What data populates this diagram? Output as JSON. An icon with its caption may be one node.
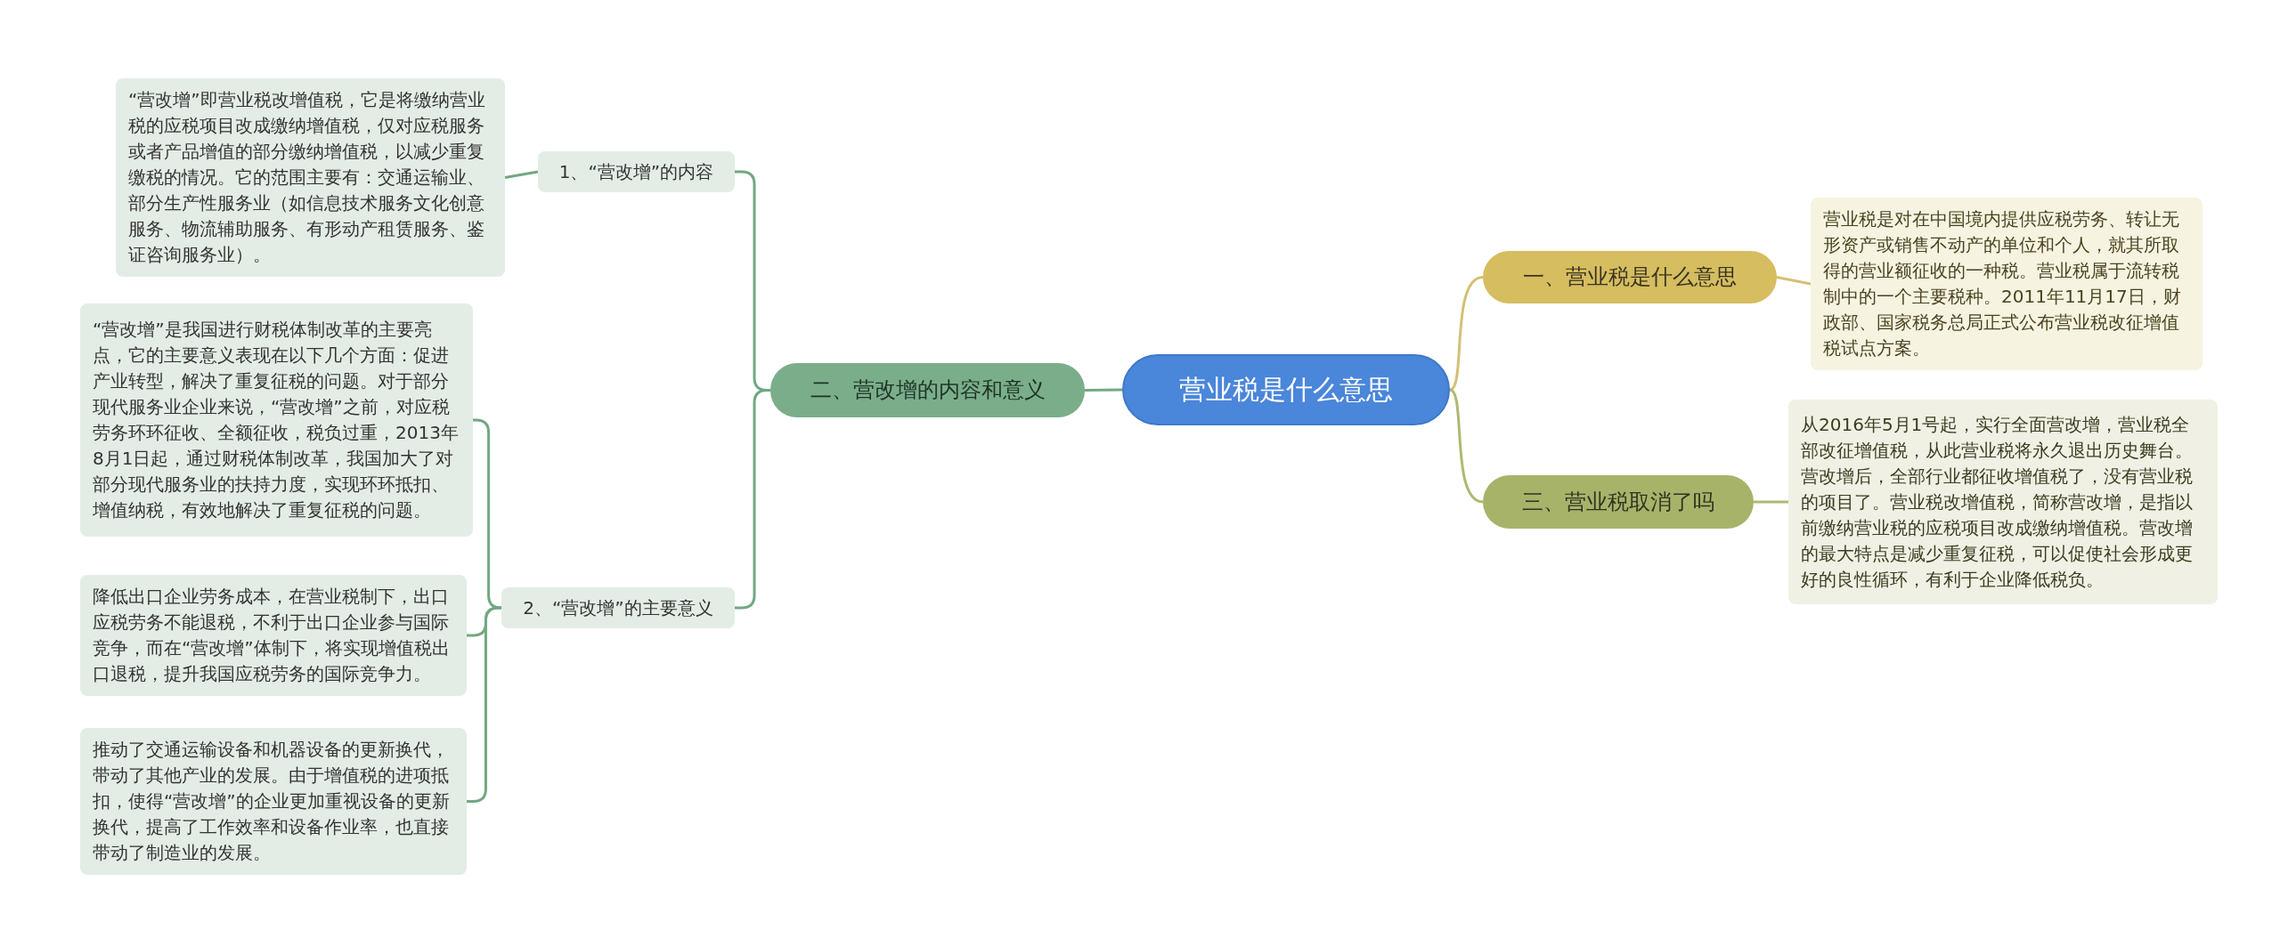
{
  "diagram": {
    "nodes": [
      {
        "text": [
          "营业税是什么意思"
        ]
      },
      {
        "text": [
          "一、营业税是什么意思"
        ]
      },
      {
        "text": [
          "营业税是对在中国境内提供应税劳务、转让无形资产或销售不动产的单位和个人，就其所取得的营业额征收的一种税。营业税属于流转税制中的一个主要税种。2011年11月17日，财政部、国家税务总局正式公布营业税改征增值税试点方案。"
        ]
      },
      {
        "text": [
          "三、营业税取消了吗"
        ]
      },
      {
        "text": [
          "从2016年5月1号起，实行全面营改增，营业税全部改征增值税，从此营业税将永久退出历史舞台。营改增后，全部行业都征收增值税了，没有营业税的项目了。营业税改增值税，简称营改增，是指以前缴纳营业税的应税项目改成缴纳增值税。营改增的最大特点是减少重复征税，可以促使社会形成更好的良性循环，有利于企业降低税负。"
        ]
      },
      {
        "text": [
          "二、营改增的内容和意义"
        ]
      },
      {
        "text": [
          "1、“营改增”的内容"
        ]
      },
      {
        "text": [
          "“营改增”即营业税改增值税，它是将缴纳营业税的应税项目改成缴纳增值税，仅对应税服务或者产品增值的部分缴纳增值税，以减少重复缴税的情况。它的范围主要有：交通运输业、部分生产性服务业（如信息技术服务文化创意服务、物流辅助服务、有形动产租赁服务、鉴证咨询服务业）。"
        ]
      },
      {
        "text": [
          "2、“营改增”的主要意义"
        ]
      },
      {
        "text": [
          "“营改增”是我国进行财税体制改革的主要亮点，它的主要意义表现在以下几个方面：促进产业转型，解决了重复征税的问题。对于部分现代服务业企业来说，“营改增”之前，对应税劳务环环征收、全额征收，税负过重，2013年8月1日起，通过财税体制改革，我国加大了对部分现代服务业的扶持力度，实现环环抵扣、增值纳税，有效地解决了重复征税的问题。"
        ]
      },
      {
        "text": [
          "降低出口企业劳务成本，在营业税制下，出口应税劳务不能退税，不利于出口企业参与国际竞争，而在“营改增”体制下，将实现增值税出口退税，提升我国应税劳务的国际竞争力。"
        ]
      },
      {
        "text": [
          "推动了交通运输设备和机器设备的更新换代，带动了其他产业的发展。由于增值税的进项抵扣，使得“营改增”的企业更加重视设备的更新换代，提高了工作效率和设备作业率，也直接带动了制造业的发展。"
        ]
      }
    ],
    "edges": [
      {
        "from": 0,
        "to": 1,
        "arrow": "none",
        "color": "#d4c076"
      },
      {
        "from": 1,
        "to": 2,
        "arrow": "none",
        "color": "#d4c076"
      },
      {
        "from": 0,
        "to": 3,
        "arrow": "none",
        "color": "#b0b872"
      },
      {
        "from": 3,
        "to": 4,
        "arrow": "none",
        "color": "#b0b872"
      },
      {
        "from": 0,
        "to": 5,
        "arrow": "none"
      },
      {
        "from": 5,
        "to": 6,
        "arrow": "none"
      },
      {
        "from": 6,
        "to": 7,
        "arrow": "none"
      },
      {
        "from": 5,
        "to": 8,
        "arrow": "none"
      },
      {
        "from": 8,
        "to": 9,
        "arrow": "none"
      },
      {
        "from": 8,
        "to": 10,
        "arrow": "none"
      },
      {
        "from": 8,
        "to": 11,
        "arrow": "none"
      }
    ]
  }
}
